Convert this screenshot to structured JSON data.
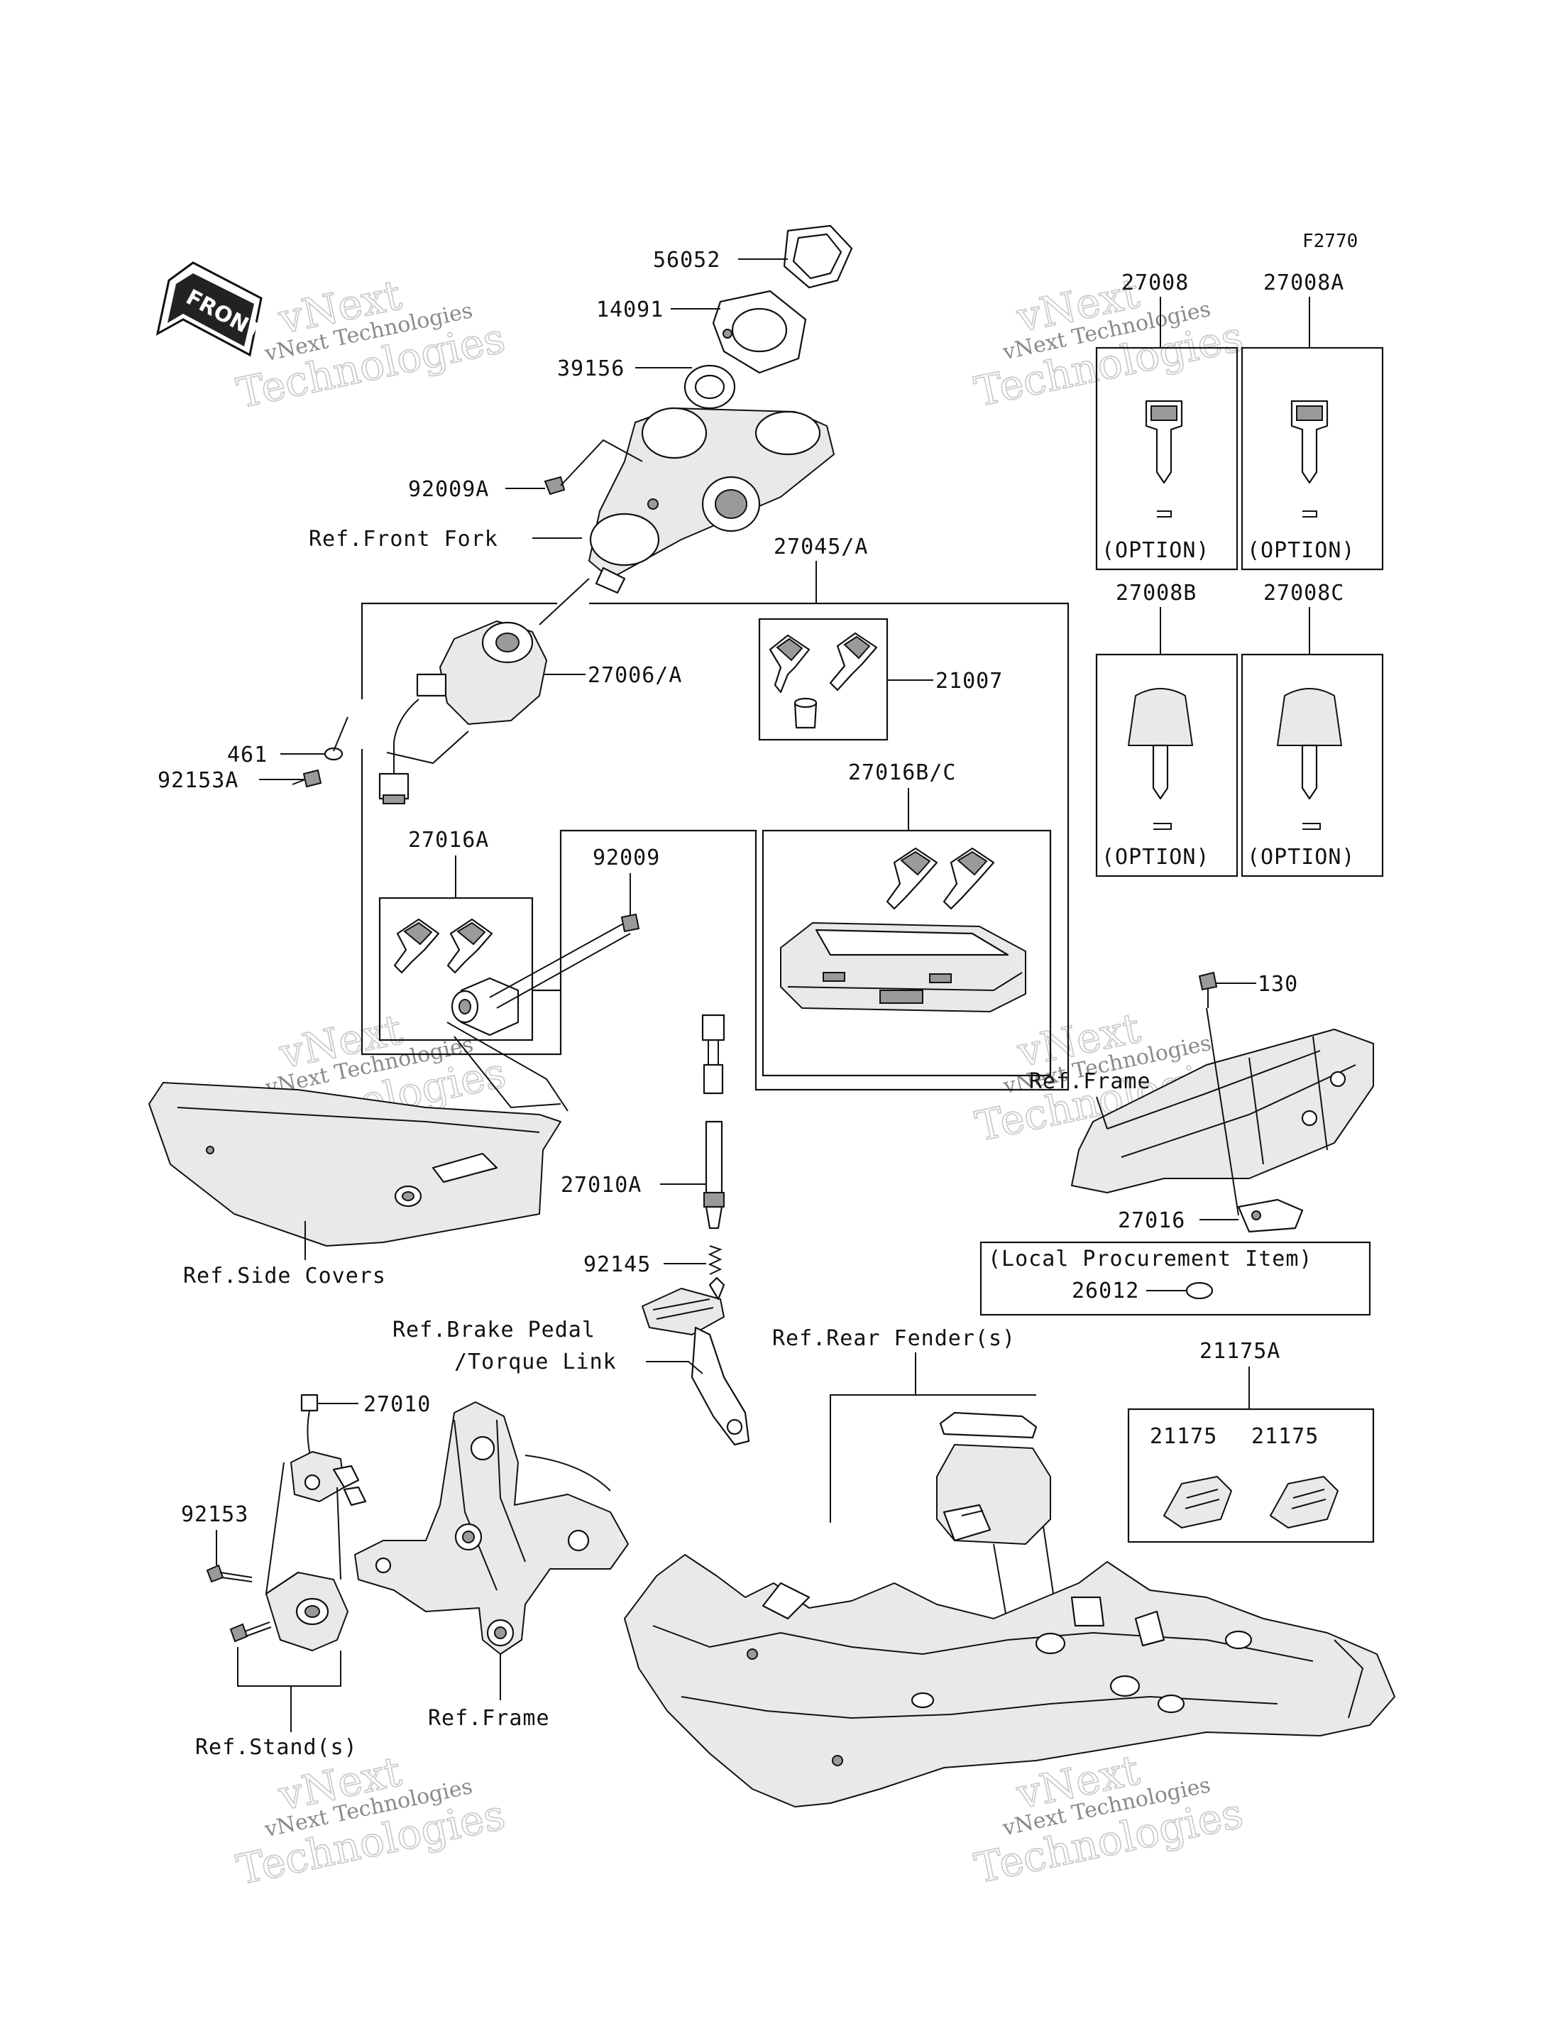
{
  "figure_code": "F2770",
  "front_label": "FRONT",
  "watermark": {
    "line1": "vNext",
    "line2": "vNext Technologies",
    "line3": "Technologies"
  },
  "labels": {
    "p56052": "56052",
    "p14091": "14091",
    "p39156": "39156",
    "p92009A": "92009A",
    "ref_front_fork": "Ref.Front Fork",
    "p27045A": "27045/A",
    "p21007": "21007",
    "p27006A": "27006/A",
    "p461": "461",
    "p92153A": "92153A",
    "p27016BC": "27016B/C",
    "p27016A": "27016A",
    "p92009": "92009",
    "p27008": "27008",
    "p27008A": "27008A",
    "p27008B": "27008B",
    "p27008C": "27008C",
    "option": "(OPTION)",
    "p130": "130",
    "ref_frame_right": "Ref.Frame",
    "p27016": "27016",
    "local_procurement": "(Local Procurement Item)",
    "p26012": "26012",
    "p27010A": "27010A",
    "ref_side_covers": "Ref.Side Covers",
    "p92145": "92145",
    "ref_brake_pedal": "Ref.Brake Pedal",
    "torque_link": "/Torque Link",
    "ref_rear_fender": "Ref.Rear Fender(s)",
    "p21175A": "21175A",
    "p21175_1": "21175",
    "p21175_2": "21175",
    "p27010": "27010",
    "p92153": "92153",
    "ref_frame": "Ref.Frame",
    "ref_stands": "Ref.Stand(s)"
  }
}
